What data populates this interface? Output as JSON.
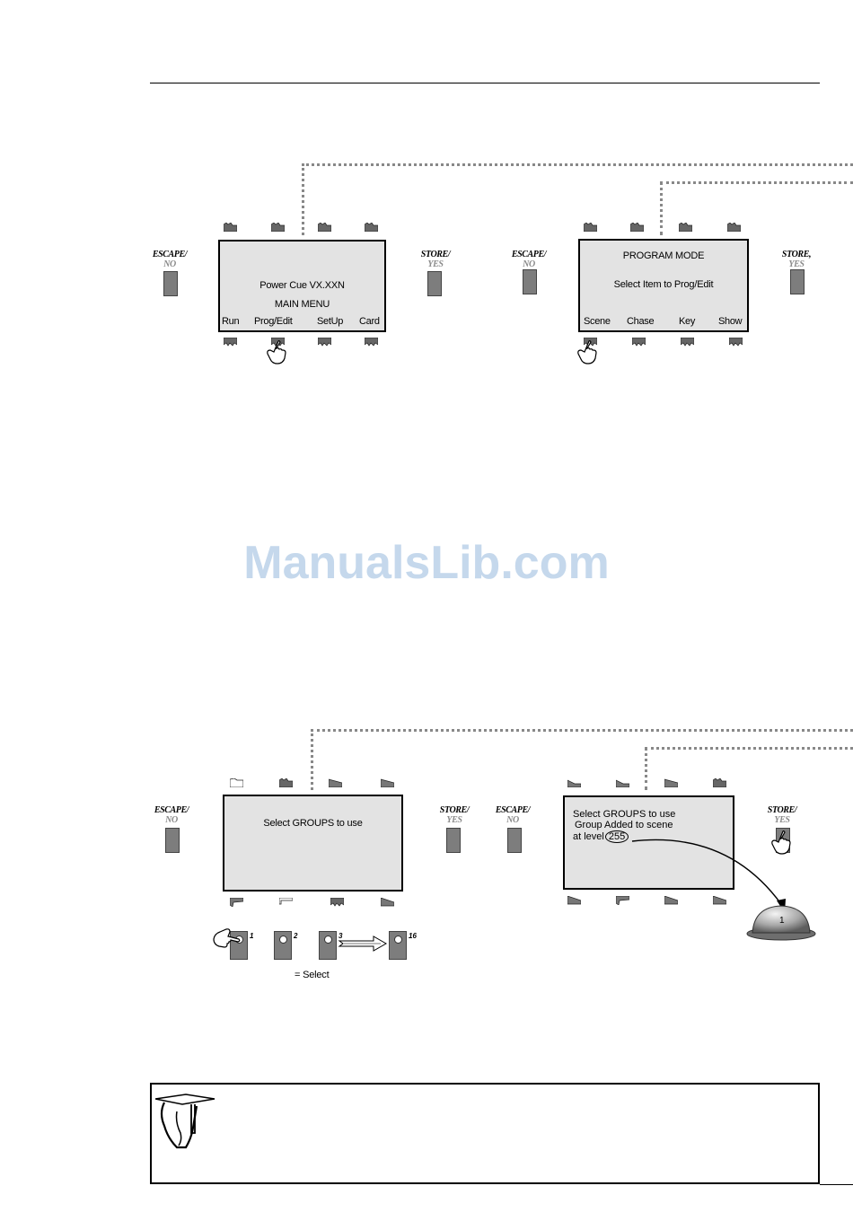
{
  "panel1": {
    "side_left_top": "ESCAPE/",
    "side_left_bottom": "NO",
    "side_right_top": "STORE/",
    "side_right_bottom": "YES",
    "lcd_line1": "Power Cue VX.XXN",
    "lcd_line2": "MAIN MENU",
    "softkeys": [
      "Run",
      "Prog/Edit",
      "SetUp",
      "Card"
    ]
  },
  "panel2": {
    "side_left_top": "ESCAPE/",
    "side_left_bottom": "NO",
    "side_right_top": "STORE,",
    "side_right_bottom": "YES",
    "lcd_line1": "PROGRAM MODE",
    "lcd_line2": "Select Item to Prog/Edit",
    "softkeys": [
      "Scene",
      "Chase",
      "Key",
      "Show"
    ]
  },
  "watermark": "ManualsLib.com",
  "panel3": {
    "side_left_top": "ESCAPE/",
    "side_left_bottom": "NO",
    "side_right_top": "STORE/",
    "side_right_bottom": "YES",
    "lcd_line1": "Select GROUPS to use",
    "flash_numbers": [
      "1",
      "2",
      "3",
      "16"
    ],
    "caption": "= Select"
  },
  "panel4": {
    "side_left_top": "ESCAPE/",
    "side_left_bottom": "NO",
    "side_right_top": "STORE/",
    "side_right_bottom": "YES",
    "lcd_line1": "Select GROUPS to use",
    "lcd_line2": "Group Added to scene",
    "lcd_line3_prefix": "at level",
    "lcd_line3_value": "255",
    "dome_number": "1"
  },
  "colors": {
    "lcd_bg": "#e3e3e3",
    "button_grey": "#7d7d7d",
    "dotted_line": "#888888",
    "watermark": "#c5d8ec"
  }
}
